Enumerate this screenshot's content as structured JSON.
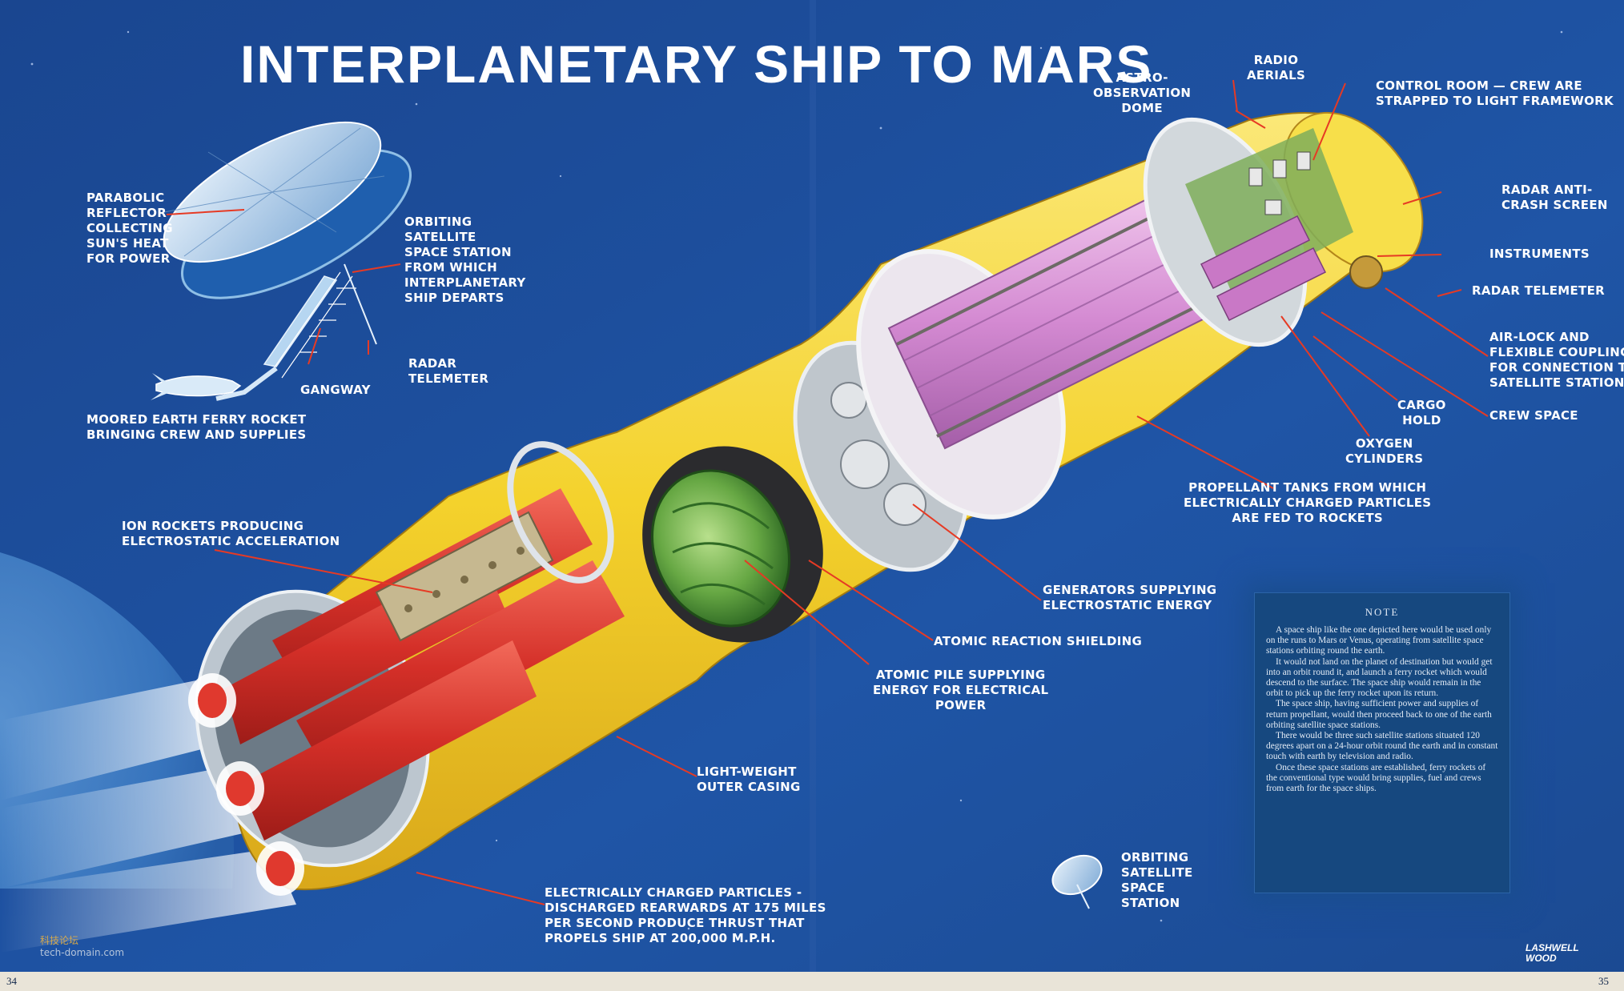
{
  "title": "INTERPLANETARY SHIP TO MARS",
  "labels": {
    "parabolic_reflector": "PARABOLIC\nREFLECTOR\nCOLLECTING\nSUN'S HEAT\nFOR POWER",
    "orbiting_station": "ORBITING\nSATELLITE\nSPACE STATION\nFROM WHICH\nINTERPLANETARY\nSHIP DEPARTS",
    "gangway": "GANGWAY",
    "radar_telemeter_left": "RADAR\nTELEMETER",
    "moored_ferry": "MOORED EARTH FERRY ROCKET\nBRINGING CREW AND SUPPLIES",
    "ion_rockets": "ION ROCKETS PRODUCING\nELECTROSTATIC ACCELERATION",
    "astro_dome": "ASTRO-\nOBSERVATION\nDOME",
    "radio_aerials": "RADIO\nAERIALS",
    "control_room": "CONTROL ROOM — CREW ARE\nSTRAPPED TO LIGHT FRAMEWORK",
    "radar_anti_crash": "RADAR ANTI-\nCRASH SCREEN",
    "instruments": "INSTRUMENTS",
    "radar_telemeter_right": "RADAR TELEMETER",
    "air_lock": "AIR-LOCK AND\nFLEXIBLE COUPLING\nFOR CONNECTION TO\nSATELLITE STATION",
    "crew_space": "CREW SPACE",
    "cargo_hold": "CARGO\nHOLD",
    "oxygen_cylinders": "OXYGEN\nCYLINDERS",
    "propellant_tanks": "PROPELLANT TANKS FROM WHICH\nELECTRICALLY CHARGED PARTICLES\nARE FED TO ROCKETS",
    "generators": "GENERATORS SUPPLYING\nELECTROSTATIC ENERGY",
    "atomic_shielding": "ATOMIC REACTION SHIELDING",
    "atomic_pile": "ATOMIC PILE SUPPLYING\nENERGY FOR ELECTRICAL\nPOWER",
    "light_weight_casing": "LIGHT-WEIGHT\nOUTER CASING",
    "charged_particles": "ELECTRICALLY CHARGED PARTICLES -\nDISCHARGED REARWARDS AT 175 MILES\nPER SECOND PRODUCE THRUST THAT\nPROPELS SHIP AT 200,000 M.P.H.",
    "orbiting_small": "ORBITING\nSATELLITE\nSPACE\nSTATION"
  },
  "note": {
    "heading": "NOTE",
    "paragraphs": [
      "A space ship like the one depicted here would be used only on the runs to Mars or Venus, operating from satellite space stations orbiting round the earth.",
      "It would not land on the planet of destination but would get into an orbit round it, and launch a ferry rocket which would descend to the surface. The space ship would remain in the orbit to pick up the ferry rocket upon its return.",
      "The space ship, having sufficient power and supplies of return propellant, would then proceed back to one of the earth orbiting satellite space stations.",
      "There would be three such satellite stations situated 120 degrees apart on a 24-hour orbit round the earth and in constant touch with earth by television and radio.",
      "Once these space stations are established, ferry rockets of the conventional type would bring supplies, fuel and crews from earth for the space ships."
    ]
  },
  "page_left": "34",
  "page_right": "35",
  "signature": "LASHWELL\nWOOD",
  "watermark_top": "科技论坛",
  "watermark_bottom": "tech-domain.com",
  "colors": {
    "space": "#1d4f9c",
    "hull": "#f5d530",
    "propellant_tanks": "#d58dd3",
    "rocket_tubes": "#d9302a",
    "atomic_pile": "#5fa042",
    "label_text": "#ffffff",
    "leader_line": "#e63a24"
  }
}
